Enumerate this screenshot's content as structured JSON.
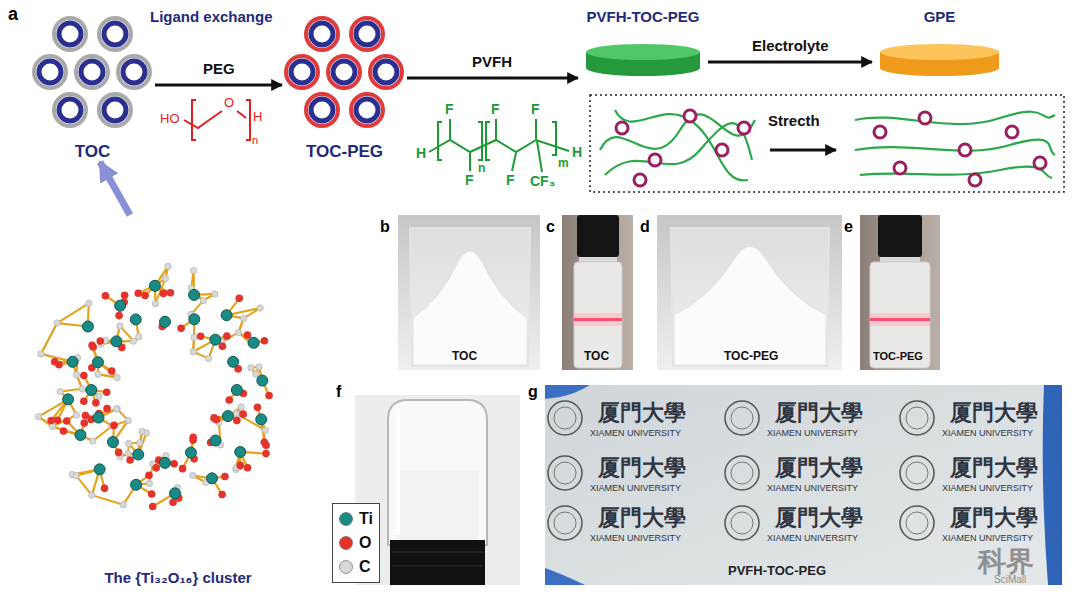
{
  "diagram": {
    "nodes": [
      {
        "text": [
          "TOC"
        ]
      },
      {
        "text": [
          "TOC-PEG"
        ]
      },
      {
        "text": [
          "PVFH-TOC-PEG"
        ]
      },
      {
        "text": [
          "GPE"
        ]
      },
      {
        "text": [
          "The {Ti₃₂O₁₆} cluster"
        ]
      }
    ],
    "edges": [
      {
        "from": 0,
        "to": 1,
        "label": "PEG",
        "arrow": "to"
      },
      {
        "from": 1,
        "to": 2,
        "label": "PVFH",
        "arrow": "to"
      },
      {
        "from": 2,
        "to": 3,
        "label": "Electrolyte",
        "arrow": "to"
      },
      {
        "from": 4,
        "to": 0,
        "arrow": "to"
      }
    ],
    "labels": [
      "a",
      "Ligand exchange",
      "HO",
      "O",
      "H",
      "n",
      "H",
      "F",
      "F",
      "F",
      "H",
      "F",
      "F",
      "n",
      "m",
      "CF₃",
      "Strecth",
      "b",
      "TOC",
      "c",
      "TOC",
      "d",
      "TOC-PEG",
      "e",
      "TOC-PEG",
      "f",
      "g",
      "厦門大學",
      "XIAMEN UNIVERSITY",
      "厦門大學",
      "XIAMEN UNIVERSITY",
      "厦門大學",
      "XIAMEN UNIVERSITY",
      "厦門大學",
      "XIAMEN UNIVERSITY",
      "厦門大學",
      "XIAMEN UNIVERSITY",
      "厦門大學",
      "XIAMEN UNIVERSITY",
      "厦門大學",
      "XIAMEN UNIVERSITY",
      "厦門大學",
      "XIAMEN UNIVERSITY",
      "厦門大學",
      "XIAMEN UNIVERSITY",
      "PVFH-TOC-PEG",
      "科界",
      "SciMall"
    ],
    "legend": [
      {
        "text": "Ti",
        "color": "#1a8a84"
      },
      {
        "text": "O",
        "color": "#e3332a"
      },
      {
        "text": "C",
        "color": "#d8d8d8"
      }
    ]
  }
}
